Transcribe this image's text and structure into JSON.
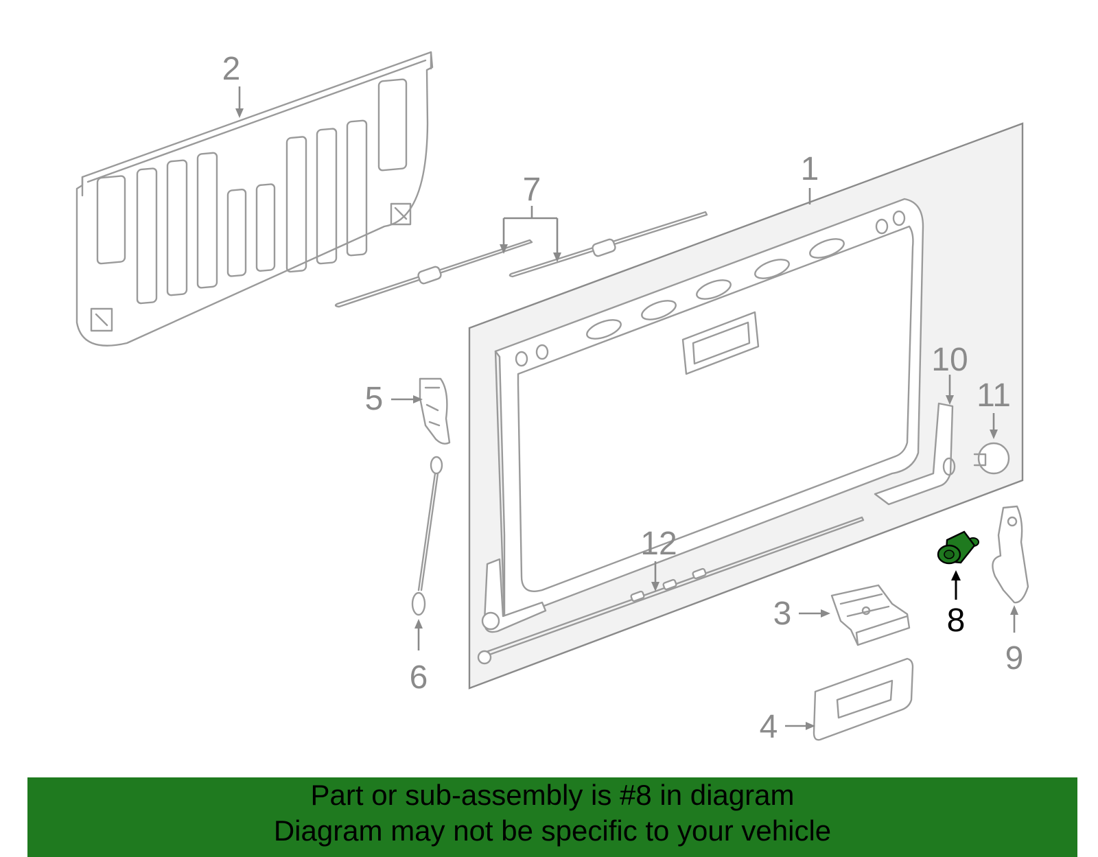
{
  "diagram": {
    "callouts": [
      {
        "id": "1",
        "label": "1"
      },
      {
        "id": "2",
        "label": "2"
      },
      {
        "id": "3",
        "label": "3"
      },
      {
        "id": "4",
        "label": "4"
      },
      {
        "id": "5",
        "label": "5"
      },
      {
        "id": "6",
        "label": "6"
      },
      {
        "id": "7",
        "label": "7"
      },
      {
        "id": "8",
        "label": "8"
      },
      {
        "id": "9",
        "label": "9"
      },
      {
        "id": "10",
        "label": "10"
      },
      {
        "id": "11",
        "label": "11"
      },
      {
        "id": "12",
        "label": "12"
      }
    ],
    "highlighted_part": "8",
    "colors": {
      "part_outline": "#9a9a9a",
      "highlight": "#1f7a1f",
      "banner_background": "#1f7a1f",
      "callout_text": "#8a8a8a",
      "active_callout_text": "#000000"
    }
  },
  "banner": {
    "line1": "Part or sub-assembly is #8 in diagram",
    "line2": "Diagram may not be specific to your vehicle"
  }
}
